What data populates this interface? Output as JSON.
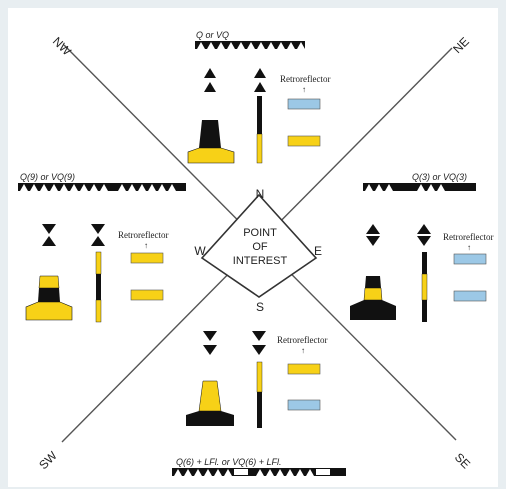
{
  "directions": {
    "nw": "NW",
    "ne": "NE",
    "sw": "SW",
    "se": "SE",
    "n": "N",
    "s": "S",
    "e": "E",
    "w": "W"
  },
  "center": {
    "line1": "POINT",
    "line2": "OF",
    "line3": "INTEREST"
  },
  "lights": {
    "north": "Q or VQ",
    "west": "Q(9) or VQ(9)",
    "east": "Q(3) or VQ(3)",
    "south": "Q(6) + LFl. or VQ(6) + LFl."
  },
  "retro_label": "Retroreflector",
  "retro_arrow": "↑",
  "colors": {
    "yellow": "#f7d117",
    "black": "#111111",
    "blue": "#9cc8e6",
    "line": "#555555",
    "background": "#e8eef1"
  }
}
